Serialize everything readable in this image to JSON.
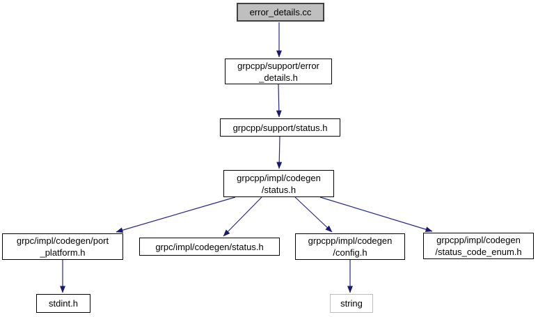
{
  "diagram": {
    "type": "include-dependency-graph",
    "root": "error_details.cc",
    "colors": {
      "background": "#ffffff",
      "node_fill": "#ffffff",
      "node_border": "#000000",
      "main_node_fill": "#bfbfbf",
      "main_node_border": "#404040",
      "external_node_border": "#bdbdbd",
      "edge": "#191970",
      "text": "#000000"
    },
    "nodes": [
      {
        "id": "error_details_cc",
        "label": "error_details.cc",
        "kind": "main"
      },
      {
        "id": "support_error_details",
        "label": "grpcpp/support/error\n_details.h",
        "kind": "link"
      },
      {
        "id": "support_status",
        "label": "grpcpp/support/status.h",
        "kind": "link"
      },
      {
        "id": "codegen_status",
        "label": "grpcpp/impl/codegen\n/status.h",
        "kind": "link"
      },
      {
        "id": "port_platform",
        "label": "grpc/impl/codegen/port\n_platform.h",
        "kind": "link"
      },
      {
        "id": "grpc_codegen_status",
        "label": "grpc/impl/codegen/status.h",
        "kind": "link"
      },
      {
        "id": "codegen_config",
        "label": "grpcpp/impl/codegen\n/config.h",
        "kind": "link"
      },
      {
        "id": "status_code_enum",
        "label": "grpcpp/impl/codegen\n/status_code_enum.h",
        "kind": "link"
      },
      {
        "id": "stdint",
        "label": "stdint.h",
        "kind": "system"
      },
      {
        "id": "string",
        "label": "string",
        "kind": "external"
      }
    ],
    "edges": [
      {
        "from": "error_details_cc",
        "to": "support_error_details"
      },
      {
        "from": "support_error_details",
        "to": "support_status"
      },
      {
        "from": "support_status",
        "to": "codegen_status"
      },
      {
        "from": "codegen_status",
        "to": "port_platform"
      },
      {
        "from": "codegen_status",
        "to": "grpc_codegen_status"
      },
      {
        "from": "codegen_status",
        "to": "codegen_config"
      },
      {
        "from": "codegen_status",
        "to": "status_code_enum"
      },
      {
        "from": "port_platform",
        "to": "stdint"
      },
      {
        "from": "codegen_config",
        "to": "string"
      }
    ]
  }
}
